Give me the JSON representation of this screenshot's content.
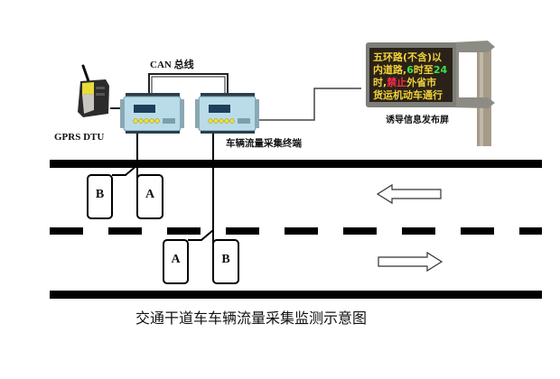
{
  "title": "交通干道车车辆流量采集监测示意图",
  "labels": {
    "can_bus": "CAN 总线",
    "gprs_dtu": "GPRS DTU",
    "collector": "车辆流量采集终端",
    "vms": "诱导信息发布屏"
  },
  "sensors": {
    "upper_left": "B",
    "upper_right": "A",
    "lower_left": "A",
    "lower_right": "B"
  },
  "vms_sign": {
    "lines": [
      [
        {
          "t": "五环路(不含)以",
          "c": "#f2d23a"
        }
      ],
      [
        {
          "t": "内道路,",
          "c": "#f2d23a"
        },
        {
          "t": "6",
          "c": "#39e04a"
        },
        {
          "t": "时至",
          "c": "#f2d23a"
        },
        {
          "t": "24",
          "c": "#39e04a"
        }
      ],
      [
        {
          "t": "时,",
          "c": "#f2d23a"
        },
        {
          "t": "禁止",
          "c": "#ff2a4a"
        },
        {
          "t": "外省市",
          "c": "#f2d23a"
        }
      ],
      [
        {
          "t": "货运机动车通行",
          "c": "#f2d23a"
        }
      ]
    ]
  },
  "directions": {
    "upper_lane": "left",
    "lower_lane": "right"
  },
  "colors": {
    "road": "#000000",
    "device_body": "#b9dce8",
    "device_lcd": "#1d3f5c",
    "device_button": "#f0e030",
    "sign_bg": "#2a2218",
    "sign_frame": "#8c8c84",
    "pole": "#a69a88",
    "wire": "#333333"
  }
}
